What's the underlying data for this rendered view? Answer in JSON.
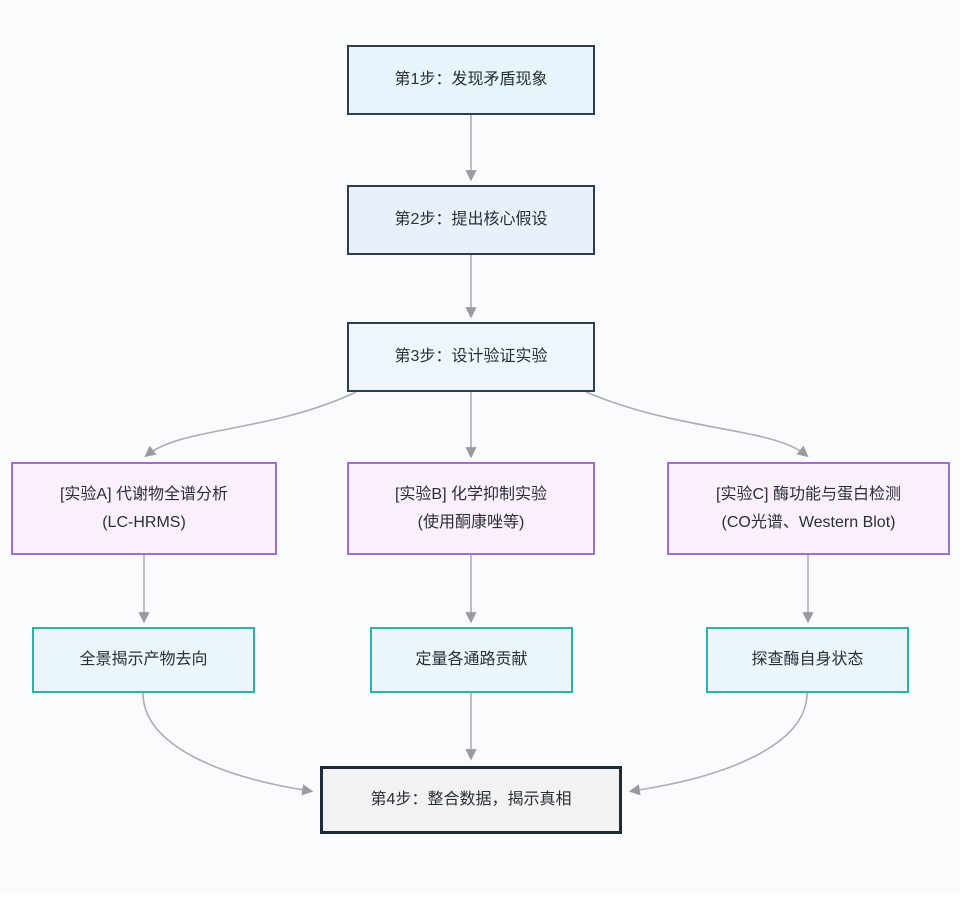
{
  "diagram": {
    "type": "flowchart",
    "direction": "top-down",
    "nodes": [
      {
        "id": "step1",
        "label": "第1步：发现矛盾现象",
        "fill": "#e6f4fc",
        "border": "#2c3e50"
      },
      {
        "id": "step2",
        "label": "第2步：提出核心假设",
        "fill": "#eaf0fb",
        "border": "#2c3e50"
      },
      {
        "id": "step3",
        "label": "第3步：设计验证实验",
        "fill": "#eef6fc",
        "border": "#2c3e50"
      },
      {
        "id": "expA",
        "label": "[实验A] 代谢物全谱分析",
        "sublabel": "(LC-HRMS)",
        "fill": "#faf0fc",
        "border": "#9b6fd3"
      },
      {
        "id": "expB",
        "label": "[实验B] 化学抑制实验",
        "sublabel": "(使用酮康唑等)",
        "fill": "#faf0fc",
        "border": "#9b6fd3"
      },
      {
        "id": "expC",
        "label": "[实验C] 酶功能与蛋白检测",
        "sublabel": "(CO光谱、Western Blot)",
        "fill": "#faf0fc",
        "border": "#9b6fd3"
      },
      {
        "id": "outA",
        "label": "全景揭示产物去向",
        "fill": "#eaf6fa",
        "border": "#2bb3a5"
      },
      {
        "id": "outB",
        "label": "定量各通路贡献",
        "fill": "#eaf6fa",
        "border": "#2bb3a5"
      },
      {
        "id": "outC",
        "label": "探查酶自身状态",
        "fill": "#eaf6fa",
        "border": "#2bb3a5"
      },
      {
        "id": "step4",
        "label": "第4步：整合数据，揭示真相",
        "fill": "#f2f2f3",
        "border": "#222a38"
      }
    ],
    "edges": [
      {
        "from": "step1",
        "to": "step2"
      },
      {
        "from": "step2",
        "to": "step3"
      },
      {
        "from": "step3",
        "to": "expA"
      },
      {
        "from": "step3",
        "to": "expB"
      },
      {
        "from": "step3",
        "to": "expC"
      },
      {
        "from": "expA",
        "to": "outA"
      },
      {
        "from": "expB",
        "to": "outB"
      },
      {
        "from": "expC",
        "to": "outC"
      },
      {
        "from": "outA",
        "to": "step4"
      },
      {
        "from": "outB",
        "to": "step4"
      },
      {
        "from": "outC",
        "to": "step4"
      }
    ],
    "colors": {
      "edge_line": "#abaeb2",
      "arrowhead": "#989ca1",
      "text": "#2b2f33",
      "background": "#fafbfc"
    }
  }
}
